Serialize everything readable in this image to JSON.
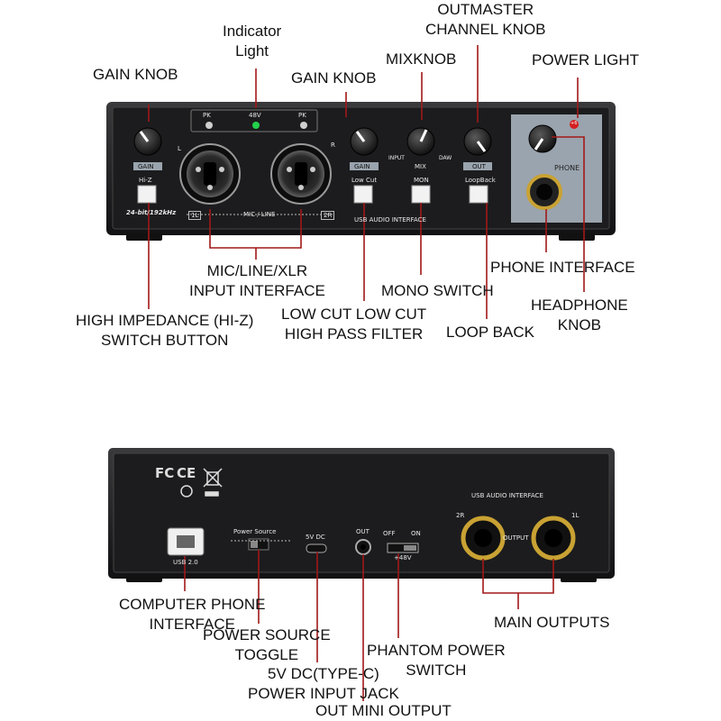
{
  "callouts_front": {
    "gain_knob_left": "GAIN KNOB",
    "indicator_line1": "Indicator",
    "indicator_line2": "Light",
    "gain_knob_right": "GAIN KNOB",
    "mixknob": "MIXKNOB",
    "outmaster_line1": "OUTMASTER",
    "outmaster_line2": "CHANNEL KNOB",
    "power_light": "POWER LIGHT",
    "mic_line1": "MIC/LINE/XLR",
    "mic_line2": "INPUT INTERFACE",
    "phone_interface": "PHONE INTERFACE",
    "mono_switch": "MONO SWITCH",
    "headphone_line1": "HEADPHONE",
    "headphone_line2": "KNOB",
    "hiz_line1": "HIGH IMPEDANCE (HI-Z)",
    "hiz_line2": "SWITCH BUTTON",
    "lowcut_line1": "LOW CUT LOW CUT",
    "lowcut_line2": "HIGH PASS FILTER",
    "loop_back": "LOOP BACK"
  },
  "front_panel": {
    "pk_left": "PK",
    "v48": "48V",
    "pk_right": "PK",
    "l": "L",
    "r": "R",
    "gain_left": "GAIN",
    "gain_right": "GAIN",
    "hi_z": "Hi-Z",
    "low_cut": "Low Cut",
    "input": "INPUT",
    "mix": "MIX",
    "daw": "DAW",
    "mon": "MON",
    "out": "OUT",
    "loopback": "LoopBack",
    "phone": "PHONE",
    "spec": "24-bit/192kHz",
    "ch1": "1L",
    "mic_line": "MIC / LINE",
    "ch2": "2R",
    "usb_audio": "USB AUDIO INTERFACE",
    "power_led": "+6"
  },
  "back_panel": {
    "fc": "FC",
    "ce": "CE",
    "usb_audio": "USB AUDIO INTERFACE",
    "r2": "2R",
    "l1": "1L",
    "output": "OUTPUT",
    "power_source": "Power Source",
    "dc5v": "5V DC",
    "out": "OUT",
    "off": "OFF",
    "on": "ON",
    "plus48": "+48V",
    "usb20": "USB 2.0"
  },
  "callouts_back": {
    "computer_line1": "COMPUTER PHONE",
    "computer_line2": "INTERFACE",
    "power_source_line1": "POWER SOURCE",
    "power_source_line2": "TOGGLE",
    "dc_line1": "5V DC(TYPE-C)",
    "dc_line2": "POWER INPUT JACK",
    "phantom_line1": "PHANTOM POWER",
    "phantom_line2": "SWITCH",
    "main_outputs": "MAIN OUTPUTS",
    "out_mini": "OUT MINI OUTPUT"
  },
  "colors": {
    "callout_line": "#a11818",
    "panel": "#1b1b1d",
    "phone_panel": "#9aa4ae",
    "led_green": "#23d04a",
    "led_red": "#d42020",
    "gold": "#c9a233"
  }
}
